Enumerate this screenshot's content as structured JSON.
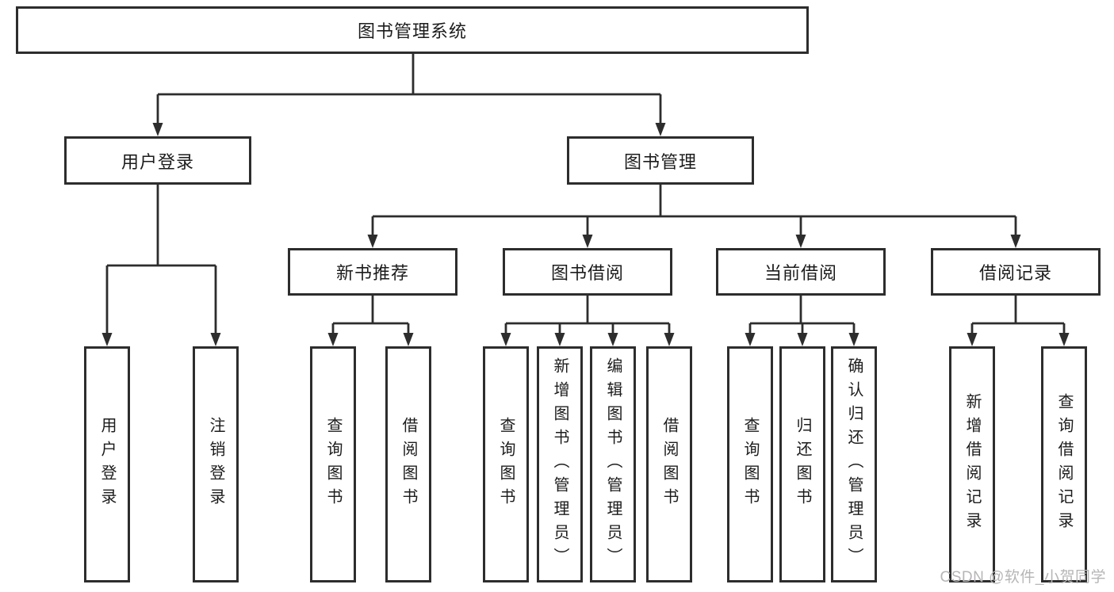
{
  "diagram": {
    "root": {
      "label": "图书管理系统"
    },
    "level2": [
      {
        "label": "用户登录"
      },
      {
        "label": "图书管理"
      }
    ],
    "level3": [
      {
        "label": "新书推荐"
      },
      {
        "label": "图书借阅"
      },
      {
        "label": "当前借阅"
      },
      {
        "label": "借阅记录"
      }
    ],
    "leaves": {
      "user_login": [
        {
          "label": "用户登录"
        },
        {
          "label": "注销登录"
        }
      ],
      "new_book": [
        {
          "label": "查询图书"
        },
        {
          "label": "借阅图书"
        }
      ],
      "book_borrow": [
        {
          "label": "查询图书"
        },
        {
          "label": "新增图书（管理员）"
        },
        {
          "label": "编辑图书（管理员）"
        },
        {
          "label": "借阅图书"
        }
      ],
      "current_borrow": [
        {
          "label": "查询图书"
        },
        {
          "label": "归还图书"
        },
        {
          "label": "确认归还（管理员）"
        }
      ],
      "borrow_record": [
        {
          "label": "新增借阅记录"
        },
        {
          "label": "查询借阅记录"
        }
      ]
    }
  },
  "watermark": "CSDN @软件_小贺同学",
  "colors": {
    "line": "#2d2d2d",
    "text": "#1c1c1c",
    "watermark": "#b7b5b7",
    "background": "#ffffff"
  }
}
